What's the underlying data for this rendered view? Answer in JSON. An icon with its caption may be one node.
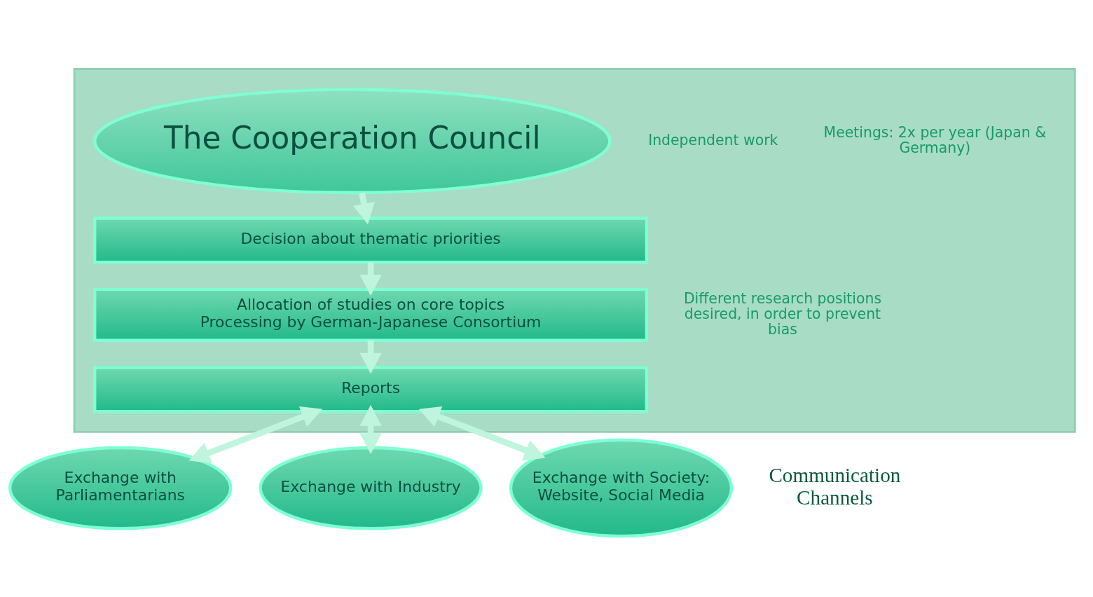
{
  "diagram": {
    "nodes": [
      {
        "text": [],
        "shape": "box"
      },
      {
        "text": [
          "The Cooperation Council"
        ],
        "in": 0,
        "beside": [
          "Independent work",
          "Meetings: 2x per year (Japan & Germany)"
        ]
      },
      {
        "text": [
          "Decision about thematic priorities"
        ],
        "in": 0
      },
      {
        "text": [
          "Allocation of studies on core topics",
          "Processing by German-Japanese Consortium"
        ],
        "in": 0,
        "beside": [
          "Different research positions desired, in order to prevent bias"
        ]
      },
      {
        "text": [
          "Reports"
        ],
        "in": 0
      },
      {
        "text": [
          "Exchange with Parliamentarians"
        ]
      },
      {
        "text": [
          "Exchange with Industry"
        ]
      },
      {
        "text": [
          "Exchange with Society: Website, Social Media"
        ]
      }
    ],
    "edges": [
      {
        "from": 1,
        "to": 2,
        "arrow": "to"
      },
      {
        "from": 2,
        "to": 3,
        "arrow": "to"
      },
      {
        "from": 3,
        "to": 4,
        "arrow": "to"
      },
      {
        "from": 4,
        "to": 5,
        "arrow": "both"
      },
      {
        "from": 4,
        "to": 6,
        "arrow": "both"
      },
      {
        "from": 4,
        "to": 7,
        "arrow": "both"
      }
    ],
    "labels": [
      "Communication Channels"
    ]
  }
}
